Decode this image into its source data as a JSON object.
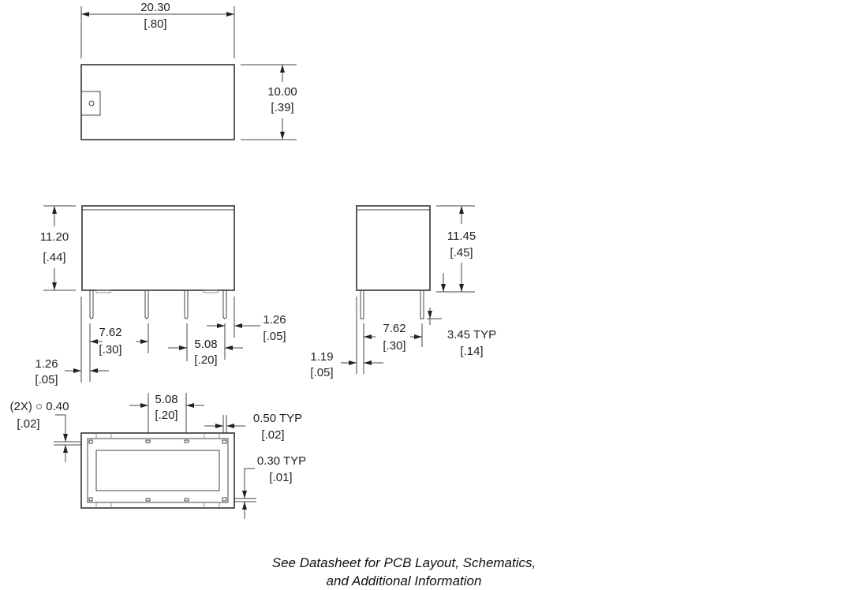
{
  "top_view": {
    "width": "20.30",
    "width_in": "[.80]",
    "height": "10.00",
    "height_in": "[.39]"
  },
  "front_view": {
    "height": "11.20",
    "height_in": "[.44]",
    "pitch_a": "7.62",
    "pitch_a_in": "[.30]",
    "pitch_b": "5.08",
    "pitch_b_in": "[.20]",
    "edge_right": "1.26",
    "edge_right_in": "[.05]",
    "edge_left": "1.26",
    "edge_left_in": "[.05]"
  },
  "side_view": {
    "height": "11.45",
    "height_in": "[.45]",
    "pitch": "7.62",
    "pitch_in": "[.30]",
    "pin_length": "3.45 TYP",
    "pin_length_in": "[.14]",
    "edge": "1.19",
    "edge_in": "[.05]"
  },
  "bottom_view": {
    "pin_dia": "(2X) ○ 0.40",
    "pin_dia_in": "[.02]",
    "pitch": "5.08",
    "pitch_in": "[.20]",
    "pad": "0.50 TYP",
    "pad_in": "[.02]",
    "wall": "0.30 TYP",
    "wall_in": "[.01]"
  },
  "footer": {
    "line1": "See Datasheet for PCB Layout, Schematics,",
    "line2": "and Additional Information"
  }
}
